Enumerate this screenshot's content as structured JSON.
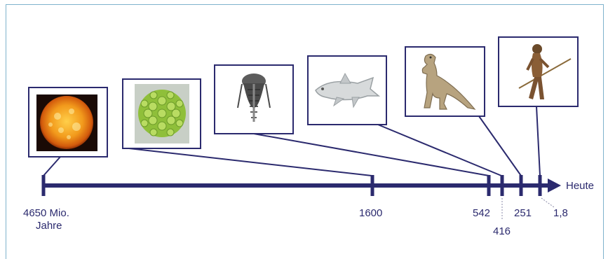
{
  "timeline": {
    "end_label": "Heute",
    "labels": {
      "start_line1": "4650 Mio.",
      "start_line2": "Jahre",
      "t1600": "1600",
      "t542": "542",
      "t416": "416",
      "t251": "251",
      "t1_8": "1,8"
    },
    "line_color": "#2b2a6e"
  },
  "images": [
    {
      "id": "sun",
      "icon": "sun-image"
    },
    {
      "id": "algae",
      "icon": "green-algae-image"
    },
    {
      "id": "trilobite",
      "icon": "trilobite-image"
    },
    {
      "id": "fish",
      "icon": "coelacanth-fish-image"
    },
    {
      "id": "dinosaur",
      "icon": "dinosaur-image"
    },
    {
      "id": "human",
      "icon": "early-human-image"
    }
  ]
}
